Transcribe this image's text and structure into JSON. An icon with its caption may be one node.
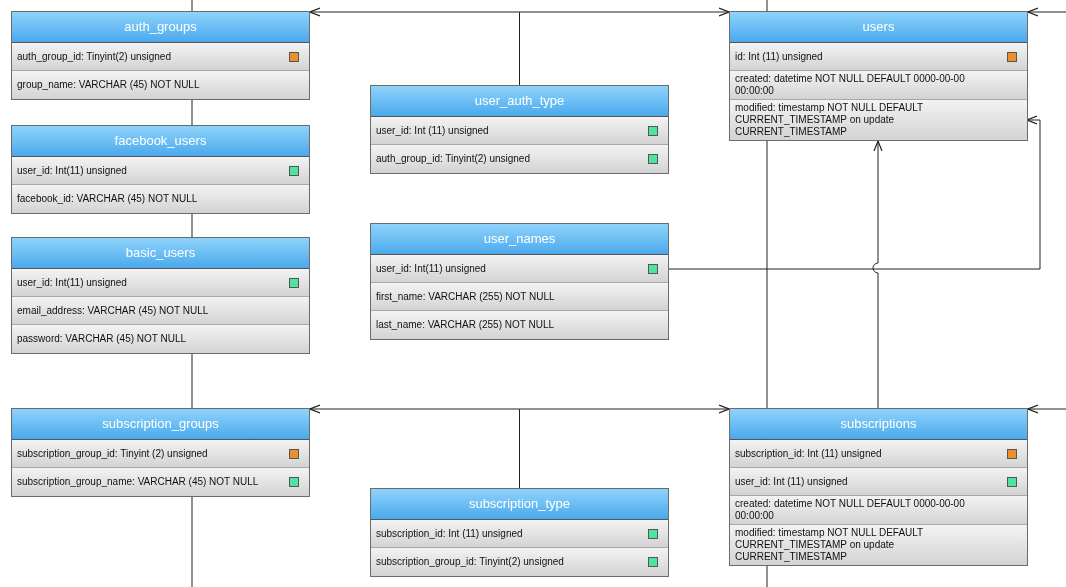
{
  "diagram": {
    "nodes": [
      {
        "text": [
          "auth_groups"
        ]
      },
      {
        "text": [
          "auth_group_id: Tinyint(2) unsigned"
        ],
        "in": 0
      },
      {
        "text": [
          "group_name: VARCHAR (45) NOT NULL"
        ],
        "in": 0
      },
      {
        "text": [
          "users"
        ]
      },
      {
        "text": [
          "id: Int (11) unsigned"
        ],
        "in": 3
      },
      {
        "text": [
          "created: datetime NOT NULL DEFAULT 0000-00-00 00:00:00"
        ],
        "in": 3
      },
      {
        "text": [
          "modified: timestamp NOT NULL DEFAULT CURRENT_TIMESTAMP on update CURRENT_TIMESTAMP"
        ],
        "in": 3
      },
      {
        "text": [
          "user_auth_type"
        ]
      },
      {
        "text": [
          "user_id: Int (11) unsigned"
        ],
        "in": 7
      },
      {
        "text": [
          "auth_group_id: Tinyint(2) unsigned"
        ],
        "in": 7
      },
      {
        "text": [
          "facebook_users"
        ]
      },
      {
        "text": [
          "user_id: Int(11) unsigned"
        ],
        "in": 10
      },
      {
        "text": [
          "facebook_id: VARCHAR (45) NOT NULL"
        ],
        "in": 10
      },
      {
        "text": [
          "user_names"
        ]
      },
      {
        "text": [
          "user_id: Int(11) unsigned"
        ],
        "in": 13
      },
      {
        "text": [
          "first_name: VARCHAR (255) NOT NULL"
        ],
        "in": 13
      },
      {
        "text": [
          "last_name: VARCHAR (255) NOT NULL"
        ],
        "in": 13
      },
      {
        "text": [
          "basic_users"
        ]
      },
      {
        "text": [
          "user_id: Int(11) unsigned"
        ],
        "in": 17
      },
      {
        "text": [
          "email_address: VARCHAR (45) NOT NULL"
        ],
        "in": 17
      },
      {
        "text": [
          "password: VARCHAR (45) NOT NULL"
        ],
        "in": 17
      },
      {
        "text": [
          "subscription_groups"
        ]
      },
      {
        "text": [
          "subscription_group_id: Tinyint (2) unsigned"
        ],
        "in": 21
      },
      {
        "text": [
          "subscription_group_name: VARCHAR (45) NOT NULL"
        ],
        "in": 21
      },
      {
        "text": [
          "subscriptions"
        ]
      },
      {
        "text": [
          "subscription_id: Int (11) unsigned"
        ],
        "in": 24
      },
      {
        "text": [
          "user_id: Int (11) unsigned"
        ],
        "in": 24
      },
      {
        "text": [
          "created: datetime NOT NULL DEFAULT 0000-00-00 00:00:00"
        ],
        "in": 24
      },
      {
        "text": [
          "modified: timestamp NOT NULL DEFAULT CURRENT_TIMESTAMP on update CURRENT_TIMESTAMP"
        ],
        "in": 24
      },
      {
        "text": [
          "subscription_type"
        ]
      },
      {
        "text": [
          "subscription_id: Int (11) unsigned"
        ],
        "in": 29
      },
      {
        "text": [
          "subscription_group_id: Tinyint(2) unsigned"
        ],
        "in": 29
      }
    ],
    "edges": [
      {
        "from": 7,
        "to": 0,
        "arrow": "to"
      },
      {
        "from": 7,
        "to": 3,
        "arrow": "to"
      },
      {
        "from": null,
        "to": 0,
        "arrow": "none"
      },
      {
        "from": 0,
        "to": 10,
        "arrow": "none"
      },
      {
        "from": 10,
        "to": 17,
        "arrow": "none"
      },
      {
        "from": 17,
        "to": 21,
        "arrow": "none"
      },
      {
        "from": 21,
        "to": null,
        "arrow": "none"
      },
      {
        "from": null,
        "to": 3,
        "arrow": "none"
      },
      {
        "from": 3,
        "to": 24,
        "arrow": "none"
      },
      {
        "from": 24,
        "to": null,
        "arrow": "none"
      },
      {
        "from": 24,
        "to": 3,
        "arrow": "to"
      },
      {
        "from": 14,
        "to": 6,
        "arrow": "to"
      },
      {
        "from": null,
        "to": 3,
        "arrow": "to"
      },
      {
        "from": null,
        "to": 24,
        "arrow": "to"
      },
      {
        "from": 29,
        "to": 21,
        "arrow": "to"
      },
      {
        "from": 29,
        "to": 24,
        "arrow": "to"
      }
    ]
  }
}
